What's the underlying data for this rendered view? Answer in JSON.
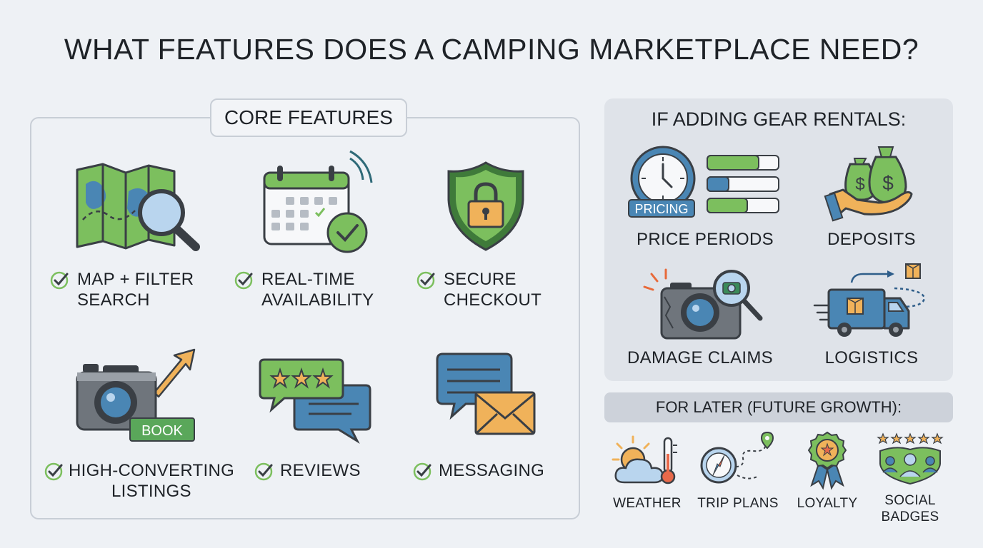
{
  "title": "WHAT FEATURES DOES A CAMPING MARKETPLACE NEED?",
  "core": {
    "heading": "CORE FEATURES",
    "features": [
      {
        "line1": "MAP + FILTER",
        "line2": "SEARCH",
        "icon": "map-search-icon"
      },
      {
        "line1": "REAL-TIME",
        "line2": "AVAILABILITY",
        "icon": "calendar-check-icon"
      },
      {
        "line1": "SECURE",
        "line2": "CHECKOUT",
        "icon": "shield-lock-icon"
      },
      {
        "line1": "HIGH-CONVERTING",
        "line2": "LISTINGS",
        "icon": "camera-book-icon",
        "badge": "BOOK"
      },
      {
        "line1": "REVIEWS",
        "line2": "",
        "icon": "review-bubbles-icon"
      },
      {
        "line1": "MESSAGING",
        "line2": "",
        "icon": "message-envelope-icon"
      }
    ]
  },
  "gear": {
    "heading": "IF ADDING GEAR RENTALS:",
    "items": [
      {
        "label": "PRICE PERIODS",
        "icon": "clock-pricing-icon",
        "badge": "PRICING"
      },
      {
        "label": "DEPOSITS",
        "icon": "money-hand-icon"
      },
      {
        "label": "DAMAGE CLAIMS",
        "icon": "damaged-camera-icon"
      },
      {
        "label": "LOGISTICS",
        "icon": "delivery-truck-icon"
      }
    ]
  },
  "future": {
    "heading": "FOR LATER (FUTURE GROWTH):",
    "items": [
      {
        "line1": "WEATHER",
        "line2": "",
        "icon": "weather-icon"
      },
      {
        "line1": "TRIP PLANS",
        "line2": "",
        "icon": "compass-route-icon"
      },
      {
        "line1": "LOYALTY",
        "line2": "",
        "icon": "loyalty-ribbon-icon"
      },
      {
        "line1": "SOCIAL",
        "line2": "BADGES",
        "icon": "social-badges-icon"
      }
    ]
  },
  "colors": {
    "green": "#7cbf5e",
    "blue": "#4a86b4",
    "orange": "#f0b25a",
    "outline": "#3a3f45"
  }
}
